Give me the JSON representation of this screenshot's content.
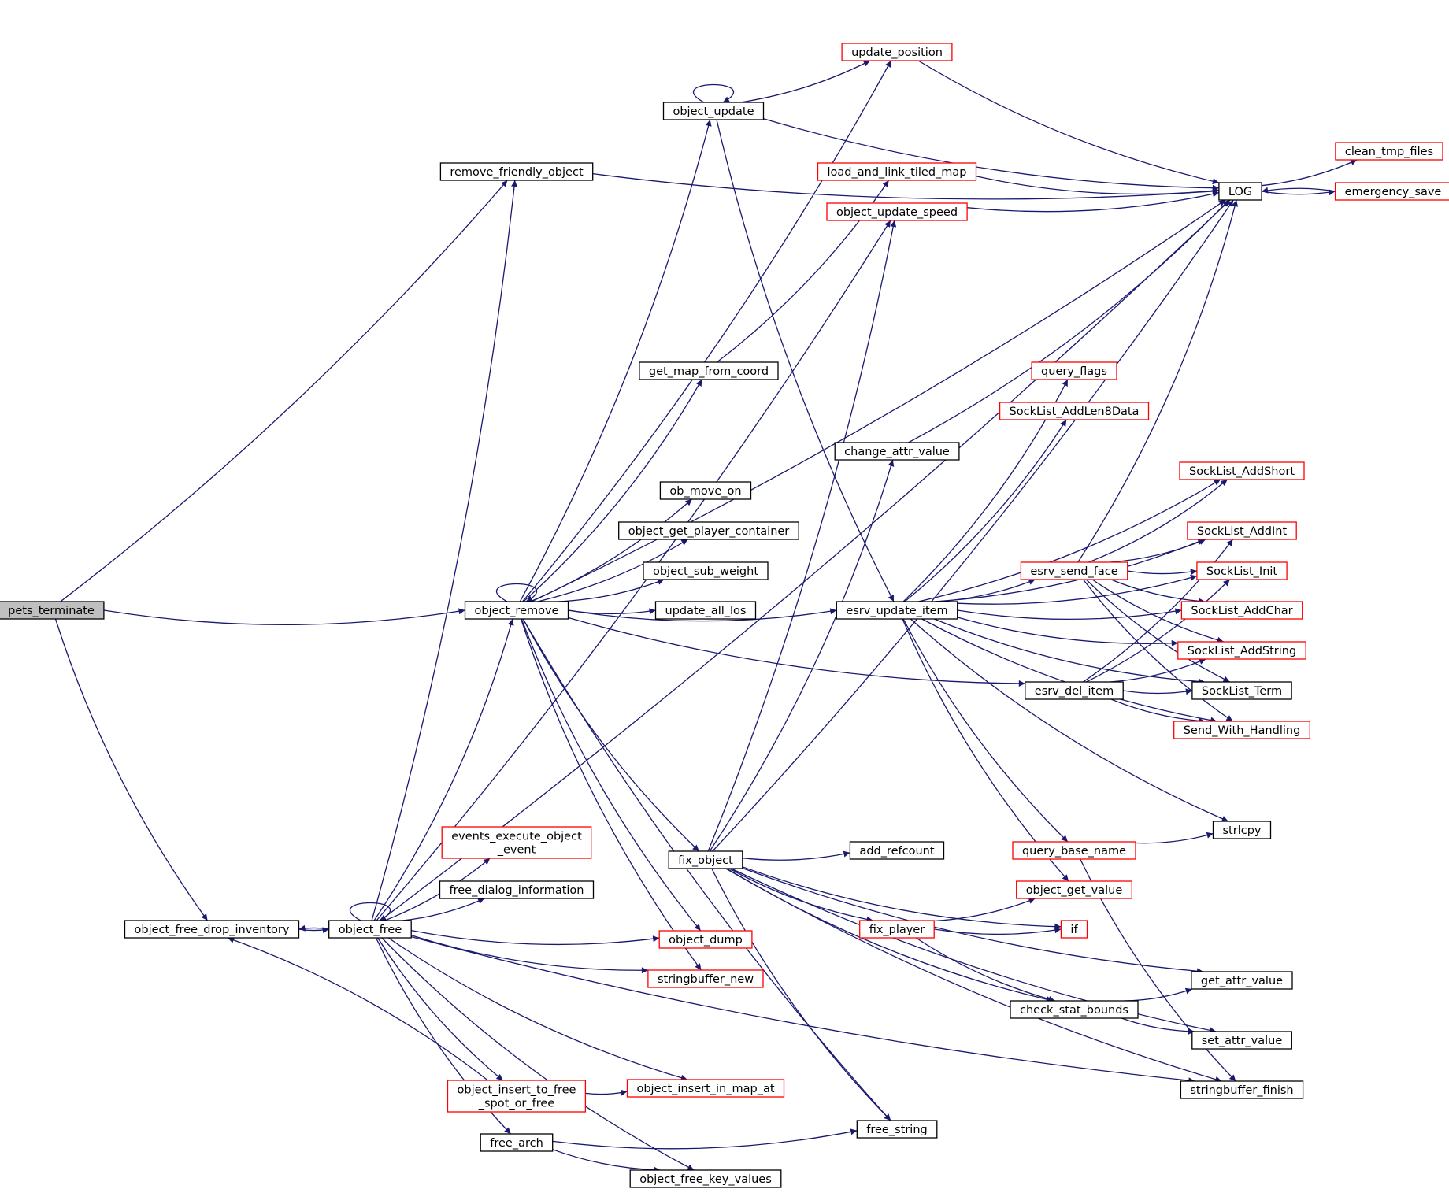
{
  "colors": {
    "edge": "#191970",
    "border_default": "#000000",
    "border_truncated": "#ff0000",
    "fill_root": "#bfbfbf",
    "fill_default": "#ffffff"
  },
  "graph": {
    "nodes": [
      {
        "id": "pets_terminate",
        "label": "pets_terminate",
        "style": "root"
      },
      {
        "id": "remove_friendly_object",
        "label": "remove_friendly_object",
        "style": "default"
      },
      {
        "id": "object_free_drop_inventory",
        "label": "object_free_drop_inventory",
        "style": "default"
      },
      {
        "id": "object_free",
        "label": "object_free",
        "style": "default"
      },
      {
        "id": "object_remove",
        "label": "object_remove",
        "style": "default"
      },
      {
        "id": "update_position",
        "label": "update_position",
        "style": "truncated"
      },
      {
        "id": "object_update",
        "label": "object_update",
        "style": "default"
      },
      {
        "id": "load_and_link_tiled_map",
        "label": "load_and_link_tiled_map",
        "style": "truncated"
      },
      {
        "id": "object_update_speed",
        "label": "object_update_speed",
        "style": "truncated"
      },
      {
        "id": "LOG",
        "label": "LOG",
        "style": "default"
      },
      {
        "id": "clean_tmp_files",
        "label": "clean_tmp_files",
        "style": "truncated"
      },
      {
        "id": "emergency_save",
        "label": "emergency_save",
        "style": "truncated"
      },
      {
        "id": "get_map_from_coord",
        "label": "get_map_from_coord",
        "style": "default"
      },
      {
        "id": "query_flags",
        "label": "query_flags",
        "style": "truncated"
      },
      {
        "id": "SockList_AddLen8Data",
        "label": "SockList_AddLen8Data",
        "style": "truncated"
      },
      {
        "id": "change_attr_value",
        "label": "change_attr_value",
        "style": "default"
      },
      {
        "id": "ob_move_on",
        "label": "ob_move_on",
        "style": "default"
      },
      {
        "id": "SockList_AddShort",
        "label": "SockList_AddShort",
        "style": "truncated"
      },
      {
        "id": "object_get_player_container",
        "label": "object_get_player_container",
        "style": "default"
      },
      {
        "id": "SockList_AddInt",
        "label": "SockList_AddInt",
        "style": "truncated"
      },
      {
        "id": "object_sub_weight",
        "label": "object_sub_weight",
        "style": "default"
      },
      {
        "id": "esrv_send_face",
        "label": "esrv_send_face",
        "style": "truncated"
      },
      {
        "id": "SockList_Init",
        "label": "SockList_Init",
        "style": "truncated"
      },
      {
        "id": "update_all_los",
        "label": "update_all_los",
        "style": "default"
      },
      {
        "id": "esrv_update_item",
        "label": "esrv_update_item",
        "style": "default"
      },
      {
        "id": "SockList_AddChar",
        "label": "SockList_AddChar",
        "style": "truncated"
      },
      {
        "id": "SockList_AddString",
        "label": "SockList_AddString",
        "style": "truncated"
      },
      {
        "id": "esrv_del_item",
        "label": "esrv_del_item",
        "style": "default"
      },
      {
        "id": "SockList_Term",
        "label": "SockList_Term",
        "style": "default"
      },
      {
        "id": "Send_With_Handling",
        "label": "Send_With_Handling",
        "style": "truncated"
      },
      {
        "id": "strlcpy",
        "label": "strlcpy",
        "style": "default"
      },
      {
        "id": "events_execute_object_event",
        "label": "events_execute_object\n_event",
        "style": "truncated"
      },
      {
        "id": "add_refcount",
        "label": "add_refcount",
        "style": "default"
      },
      {
        "id": "query_base_name",
        "label": "query_base_name",
        "style": "truncated"
      },
      {
        "id": "fix_object",
        "label": "fix_object",
        "style": "default"
      },
      {
        "id": "free_dialog_information",
        "label": "free_dialog_information",
        "style": "default"
      },
      {
        "id": "object_get_value",
        "label": "object_get_value",
        "style": "truncated"
      },
      {
        "id": "fix_player",
        "label": "fix_player",
        "style": "truncated"
      },
      {
        "id": "if",
        "label": "if",
        "style": "truncated"
      },
      {
        "id": "object_dump",
        "label": "object_dump",
        "style": "truncated"
      },
      {
        "id": "stringbuffer_new",
        "label": "stringbuffer_new",
        "style": "truncated"
      },
      {
        "id": "get_attr_value",
        "label": "get_attr_value",
        "style": "default"
      },
      {
        "id": "check_stat_bounds",
        "label": "check_stat_bounds",
        "style": "default"
      },
      {
        "id": "set_attr_value",
        "label": "set_attr_value",
        "style": "default"
      },
      {
        "id": "object_insert_to_free_spot_or_free",
        "label": "object_insert_to_free\n_spot_or_free",
        "style": "truncated"
      },
      {
        "id": "object_insert_in_map_at",
        "label": "object_insert_in_map_at",
        "style": "truncated"
      },
      {
        "id": "stringbuffer_finish",
        "label": "stringbuffer_finish",
        "style": "default"
      },
      {
        "id": "free_string",
        "label": "free_string",
        "style": "default"
      },
      {
        "id": "free_arch",
        "label": "free_arch",
        "style": "default"
      },
      {
        "id": "object_free_key_values",
        "label": "object_free_key_values",
        "style": "default"
      }
    ],
    "edges": [
      [
        "pets_terminate",
        "remove_friendly_object"
      ],
      [
        "pets_terminate",
        "object_remove"
      ],
      [
        "pets_terminate",
        "object_free_drop_inventory"
      ],
      [
        "remove_friendly_object",
        "LOG"
      ],
      [
        "object_free_drop_inventory",
        "object_free"
      ],
      [
        "object_free",
        "object_free_drop_inventory"
      ],
      [
        "object_free",
        "object_free"
      ],
      [
        "object_free",
        "remove_friendly_object"
      ],
      [
        "object_free",
        "object_update_speed"
      ],
      [
        "object_free",
        "LOG"
      ],
      [
        "object_free",
        "object_remove"
      ],
      [
        "object_free",
        "events_execute_object_event"
      ],
      [
        "object_free",
        "free_dialog_information"
      ],
      [
        "object_free",
        "object_dump"
      ],
      [
        "object_free",
        "stringbuffer_new"
      ],
      [
        "object_free",
        "object_insert_to_free_spot_or_free"
      ],
      [
        "object_free",
        "object_insert_in_map_at"
      ],
      [
        "object_free",
        "free_arch"
      ],
      [
        "object_free",
        "object_free_key_values"
      ],
      [
        "object_free",
        "stringbuffer_finish"
      ],
      [
        "object_insert_to_free_spot_or_free",
        "object_free_drop_inventory"
      ],
      [
        "object_insert_to_free_spot_or_free",
        "object_insert_in_map_at"
      ],
      [
        "free_arch",
        "free_string"
      ],
      [
        "free_arch",
        "object_free_key_values"
      ],
      [
        "object_remove",
        "object_remove"
      ],
      [
        "object_remove",
        "update_position"
      ],
      [
        "object_remove",
        "object_update"
      ],
      [
        "object_remove",
        "LOG"
      ],
      [
        "object_remove",
        "get_map_from_coord"
      ],
      [
        "object_remove",
        "ob_move_on"
      ],
      [
        "object_remove",
        "object_get_player_container"
      ],
      [
        "object_remove",
        "object_sub_weight"
      ],
      [
        "object_remove",
        "update_all_los"
      ],
      [
        "object_remove",
        "esrv_update_item"
      ],
      [
        "object_remove",
        "esrv_del_item"
      ],
      [
        "object_remove",
        "fix_object"
      ],
      [
        "object_remove",
        "object_dump"
      ],
      [
        "object_remove",
        "stringbuffer_new"
      ],
      [
        "object_remove",
        "free_string"
      ],
      [
        "object_update",
        "object_update"
      ],
      [
        "object_update",
        "update_position"
      ],
      [
        "object_update",
        "LOG"
      ],
      [
        "object_update",
        "esrv_update_item"
      ],
      [
        "update_position",
        "LOG"
      ],
      [
        "get_map_from_coord",
        "load_and_link_tiled_map"
      ],
      [
        "load_and_link_tiled_map",
        "LOG"
      ],
      [
        "object_update_speed",
        "LOG"
      ],
      [
        "LOG",
        "clean_tmp_files"
      ],
      [
        "LOG",
        "emergency_save"
      ],
      [
        "emergency_save",
        "LOG"
      ],
      [
        "fix_object",
        "object_update_speed"
      ],
      [
        "fix_object",
        "LOG"
      ],
      [
        "fix_object",
        "change_attr_value"
      ],
      [
        "fix_object",
        "add_refcount"
      ],
      [
        "fix_object",
        "fix_player"
      ],
      [
        "fix_object",
        "if"
      ],
      [
        "fix_object",
        "get_attr_value"
      ],
      [
        "fix_object",
        "check_stat_bounds"
      ],
      [
        "fix_object",
        "set_attr_value"
      ],
      [
        "fix_object",
        "stringbuffer_finish"
      ],
      [
        "fix_object",
        "free_string"
      ],
      [
        "change_attr_value",
        "LOG"
      ],
      [
        "fix_player",
        "object_get_value"
      ],
      [
        "fix_player",
        "if"
      ],
      [
        "fix_player",
        "check_stat_bounds"
      ],
      [
        "check_stat_bounds",
        "get_attr_value"
      ],
      [
        "check_stat_bounds",
        "set_attr_value"
      ],
      [
        "esrv_update_item",
        "query_flags"
      ],
      [
        "esrv_update_item",
        "SockList_AddLen8Data"
      ],
      [
        "esrv_update_item",
        "SockList_AddShort"
      ],
      [
        "esrv_update_item",
        "SockList_AddInt"
      ],
      [
        "esrv_update_item",
        "SockList_Init"
      ],
      [
        "esrv_update_item",
        "esrv_send_face"
      ],
      [
        "esrv_update_item",
        "SockList_AddChar"
      ],
      [
        "esrv_update_item",
        "SockList_AddString"
      ],
      [
        "esrv_update_item",
        "SockList_Term"
      ],
      [
        "esrv_update_item",
        "Send_With_Handling"
      ],
      [
        "esrv_update_item",
        "strlcpy"
      ],
      [
        "esrv_update_item",
        "query_base_name"
      ],
      [
        "esrv_update_item",
        "object_get_value"
      ],
      [
        "esrv_send_face",
        "LOG"
      ],
      [
        "esrv_send_face",
        "SockList_AddShort"
      ],
      [
        "esrv_send_face",
        "SockList_AddInt"
      ],
      [
        "esrv_send_face",
        "SockList_Init"
      ],
      [
        "esrv_send_face",
        "SockList_AddChar"
      ],
      [
        "esrv_send_face",
        "SockList_AddString"
      ],
      [
        "esrv_send_face",
        "SockList_Term"
      ],
      [
        "esrv_send_face",
        "Send_With_Handling"
      ],
      [
        "esrv_del_item",
        "SockList_AddInt"
      ],
      [
        "esrv_del_item",
        "SockList_Init"
      ],
      [
        "esrv_del_item",
        "SockList_AddString"
      ],
      [
        "esrv_del_item",
        "SockList_Term"
      ],
      [
        "esrv_del_item",
        "Send_With_Handling"
      ],
      [
        "query_base_name",
        "strlcpy"
      ],
      [
        "query_base_name",
        "stringbuffer_finish"
      ]
    ]
  }
}
